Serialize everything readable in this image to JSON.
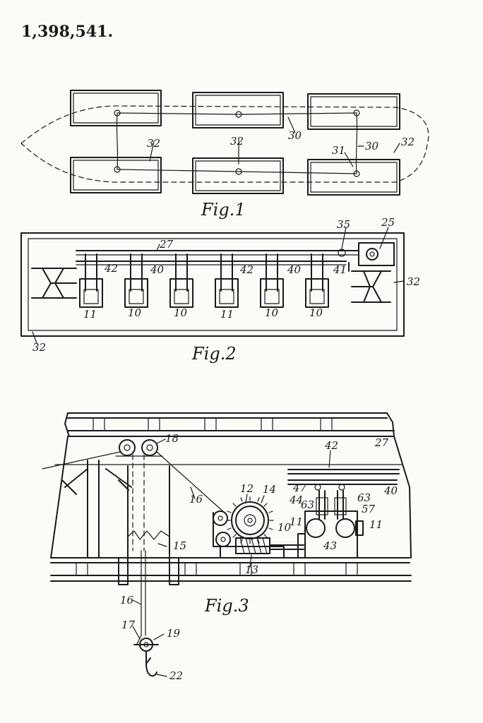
{
  "patent_number": "1,398,541.",
  "figures": {
    "fig1": {
      "caption": "Fig.1",
      "labels": {
        "l32a": "32",
        "l32b": "32",
        "l30a": "30",
        "l31": "31",
        "l30b": "30",
        "l32c": "32"
      }
    },
    "fig2": {
      "caption": "Fig.2",
      "labels": {
        "l35": "35",
        "l25": "25",
        "l27": "27",
        "l42a": "42",
        "l40a": "40",
        "l42b": "42",
        "l40b": "40",
        "l41": "41",
        "l32r": "32",
        "l11a": "11",
        "l10a": "10",
        "l10b": "10",
        "l11b": "11",
        "l10c": "10",
        "l10d": "10",
        "l32l": "32"
      }
    },
    "fig3": {
      "caption": "Fig.3",
      "labels": {
        "l18": "18",
        "l42": "42",
        "l27": "27",
        "l16a": "16",
        "l12": "12",
        "l14": "14",
        "l47": "47",
        "l44": "44",
        "l63a": "63",
        "l63b": "63",
        "l57": "57",
        "l40": "40",
        "l10": "10",
        "l11a": "11",
        "l11b": "11",
        "l15": "15",
        "l13": "13",
        "l43": "43",
        "l16b": "16",
        "l17": "17",
        "l19": "19",
        "l22": "22"
      }
    }
  }
}
